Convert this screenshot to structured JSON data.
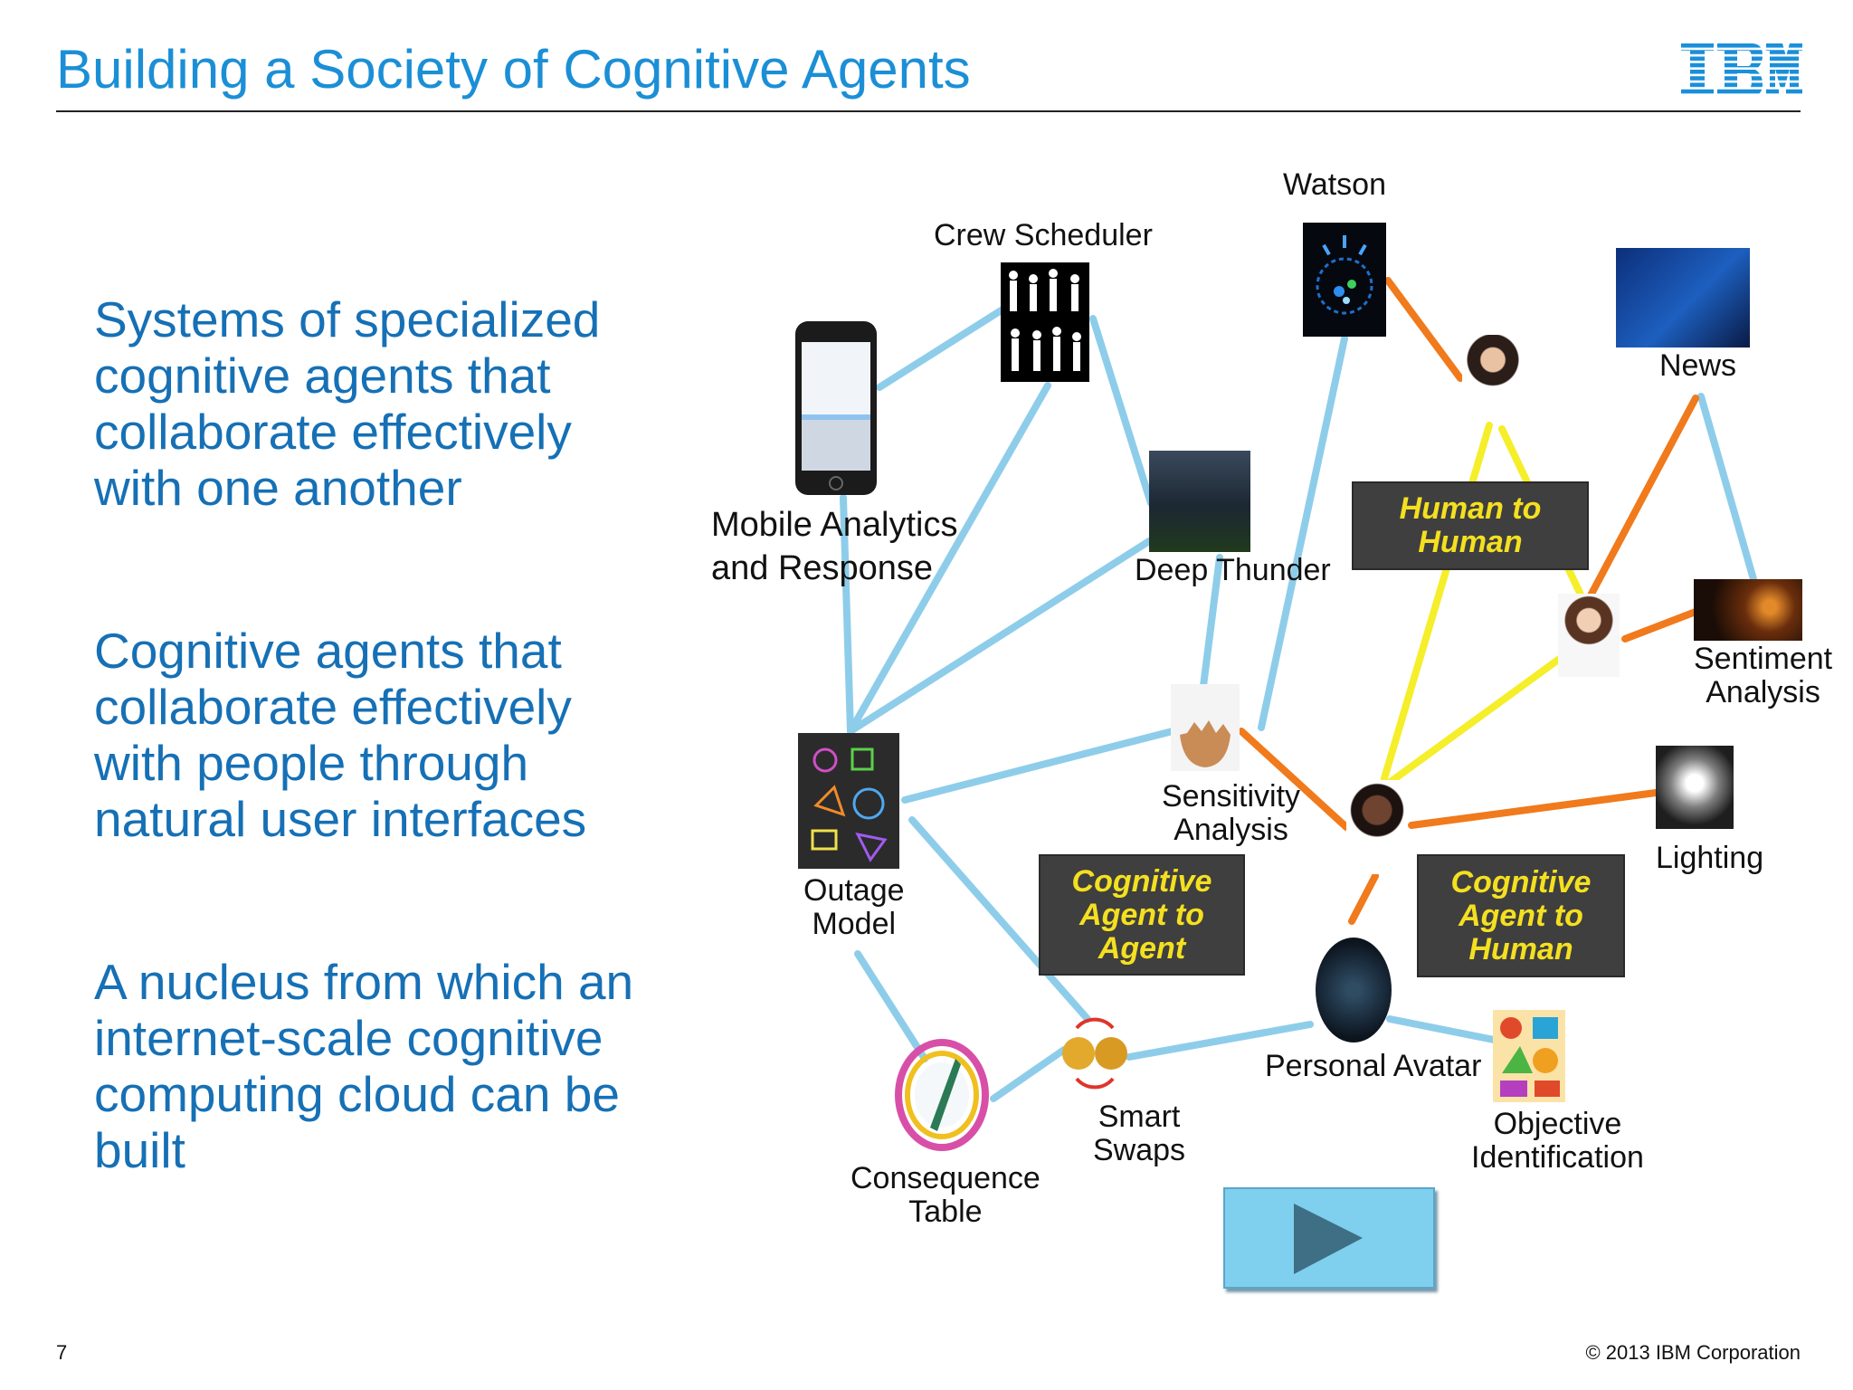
{
  "slide": {
    "title": "Building a Society of Cognitive Agents",
    "brand": "IBM",
    "page_number": "7",
    "copyright": "© 2013 IBM Corporation"
  },
  "bullets": [
    "Systems of specialized cognitive agents that collaborate effectively with one another",
    "Cognitive agents that collaborate effectively with people through natural user interfaces",
    "A nucleus from which an internet-scale cognitive computing cloud can be built"
  ],
  "nodes": {
    "watson": "Watson",
    "crew_scheduler": "Crew Scheduler",
    "news": "News",
    "mobile_line1": "Mobile Analytics",
    "mobile_line2": "and Response",
    "deep_thunder": "Deep Thunder",
    "sentiment_line1": "Sentiment",
    "sentiment_line2": "Analysis",
    "sensitivity_line1": "Sensitivity",
    "sensitivity_line2": "Analysis",
    "lighting": "Lighting",
    "outage_line1": "Outage",
    "outage_line2": "Model",
    "personal_avatar": "Personal Avatar",
    "smart_line1": "Smart",
    "smart_line2": "Swaps",
    "objective_line1": "Objective",
    "objective_line2": "Identification",
    "consequence_line1": "Consequence",
    "consequence_line2": "Table"
  },
  "boxes": {
    "h2h_line1": "Human to",
    "h2h_line2": "Human",
    "a2a_line1": "Cognitive",
    "a2a_line2": "Agent to",
    "a2a_line3": "Agent",
    "a2h_line1": "Cognitive",
    "a2h_line2": "Agent to",
    "a2h_line3": "Human"
  },
  "colors": {
    "title": "#1b8fd6",
    "bullet_text": "#1670b5",
    "agent_link": "#8ecdea",
    "human_agent_link": "#f07a1c",
    "human_link": "#f5ee2a",
    "box_background": "#3f3f3f",
    "box_text": "#f4e020",
    "play_button": "#7fcfee"
  },
  "icons": {
    "logo": "ibm-logo",
    "play": "play-icon"
  }
}
